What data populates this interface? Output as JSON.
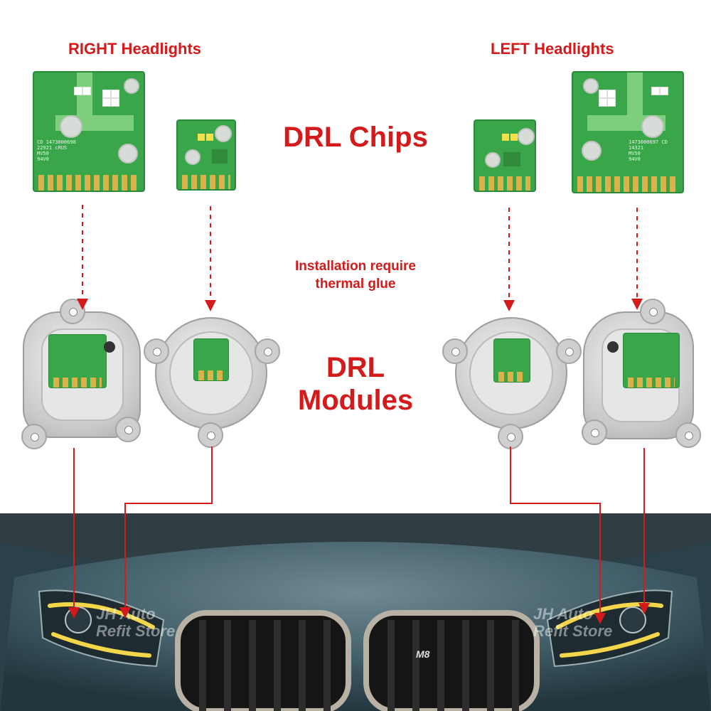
{
  "labels": {
    "right_headlights": "RIGHT Headlights",
    "left_headlights": "LEFT Headlights",
    "drl_chips": "DRL Chips",
    "installation_line1": "Installation require",
    "installation_line2": "thermal glue",
    "drl_line1": "DRL",
    "drl_line2": "Modules"
  },
  "chip_text": {
    "right_large_l1": "CD 1473000698",
    "right_large_l2": "22921 cRUS",
    "right_large_l3": "MV50",
    "right_large_l4": "94V0",
    "left_large_l1": "1473000697 CD",
    "left_large_l2": "14321",
    "left_large_l3": "MV50",
    "left_large_l4": "94V0"
  },
  "watermark": {
    "line1": "JH Auto",
    "line2": "Refit Store"
  },
  "grille_badge": "M8",
  "colors": {
    "accent_red": "#d41a1a",
    "pcb_green": "#3aa64a",
    "drl_yellow": "#f3d64a"
  }
}
